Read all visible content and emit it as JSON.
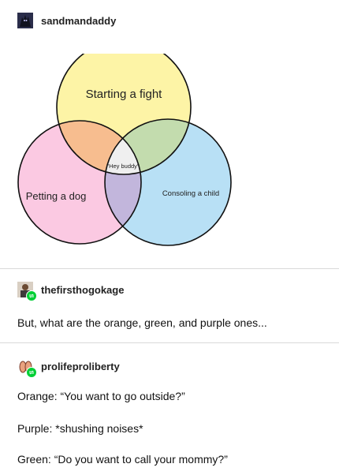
{
  "post1": {
    "username": "sandmandaddy",
    "avatar_icon": "dark-creature-avatar-icon"
  },
  "venn": {
    "circles": [
      {
        "label": "Starting a fight",
        "color": "#fdf4a6"
      },
      {
        "label": "Petting a dog",
        "color": "#fbc9e2"
      },
      {
        "label": "Consoling a child",
        "color": "#b8e0f5"
      }
    ],
    "overlaps": {
      "orange": "#f7bd8f",
      "green": "#c3dcae",
      "purple": "#c2b6dc",
      "center": "#efefef"
    },
    "center_label": "\"Hey buddy\""
  },
  "post2": {
    "username": "thefirsthogokage",
    "avatar_icon": "person-avatar-icon",
    "text": "But, what are the orange, green, and purple ones..."
  },
  "post3": {
    "username": "prolifeproliberty",
    "avatar_icon": "feet-avatar-icon",
    "lines": [
      "Orange: “You want to go outside?”",
      "Purple: *shushing noises*",
      "Green: “Do you want to call your mommy?”"
    ]
  }
}
